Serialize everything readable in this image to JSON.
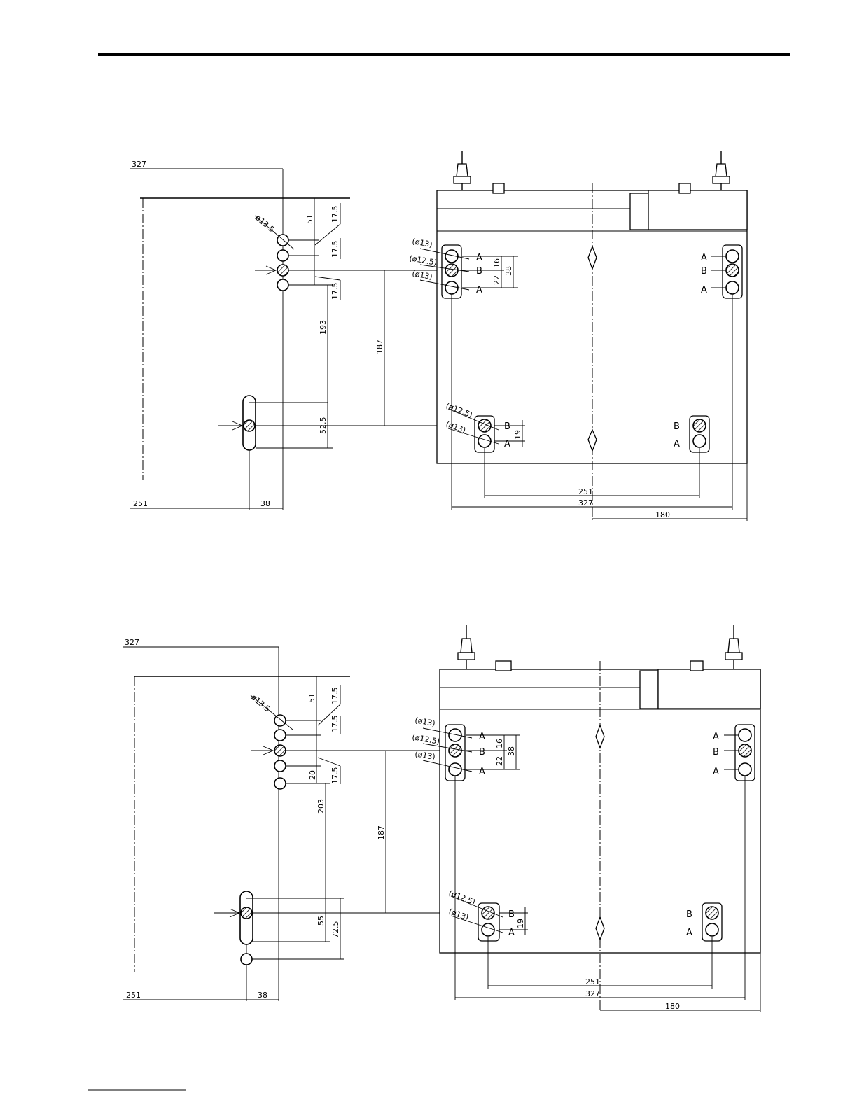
{
  "diagrams": [
    {
      "left_view": {
        "dims": {
          "top_width": "327",
          "bottom_width": "251",
          "offset": "38",
          "top_gap": "51",
          "pitch1": "17.5",
          "pitch2": "17.5",
          "pitch3": "17.5",
          "span": "193",
          "slot": "52.5",
          "hole_dia": "ø13.5"
        }
      },
      "mid_dim": "187",
      "right_view": {
        "hole_labels": [
          "(ø13)",
          "(ø12.5)",
          "(ø13)"
        ],
        "hole_letters": [
          "A",
          "B",
          "A"
        ],
        "right_letters": [
          "A",
          "B",
          "A"
        ],
        "small_dims": [
          "22",
          "16",
          "38"
        ],
        "bottom_labels": [
          "(ø12.5)",
          "(ø13)"
        ],
        "bottom_letters": [
          "B",
          "A"
        ],
        "bottom_right_letters": [
          "B",
          "A"
        ],
        "bottom_small_dim": "19",
        "widths": [
          "251",
          "327",
          "180"
        ]
      }
    },
    {
      "left_view": {
        "dims": {
          "top_width": "327",
          "bottom_width": "251",
          "offset": "38",
          "top_gap": "51",
          "pitch1": "17.5",
          "pitch2": "17.5",
          "pitch3": "17.5",
          "pitch4": "20",
          "span": "203",
          "slot": "55",
          "slot2": "72.5",
          "hole_dia": "ø13.5"
        }
      },
      "mid_dim": "187",
      "right_view": {
        "hole_labels": [
          "(ø13)",
          "(ø12.5)",
          "(ø13)"
        ],
        "hole_letters": [
          "A",
          "B",
          "A"
        ],
        "right_letters": [
          "A",
          "B",
          "A"
        ],
        "small_dims": [
          "22",
          "16",
          "38"
        ],
        "bottom_labels": [
          "(ø12.5)",
          "(ø13)"
        ],
        "bottom_letters": [
          "B",
          "A"
        ],
        "bottom_right_letters": [
          "B",
          "A"
        ],
        "bottom_small_dim": "19",
        "widths": [
          "251",
          "327",
          "180"
        ]
      }
    }
  ]
}
